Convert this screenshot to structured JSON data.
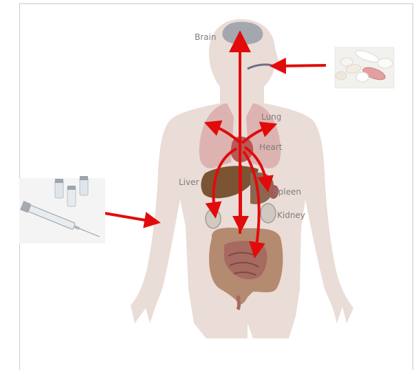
{
  "labels": {
    "brain": "Brain",
    "lung": "Lung",
    "heart": "Heart",
    "liver": "Liver",
    "spleen": "Spleen",
    "kidney": "Kidney"
  },
  "colors": {
    "arrow": "#e20b0b",
    "body": "#eadcd7",
    "label": "#7d7d7d"
  },
  "icons": {
    "pills": "pills-icon",
    "syringe": "syringe-icon"
  }
}
